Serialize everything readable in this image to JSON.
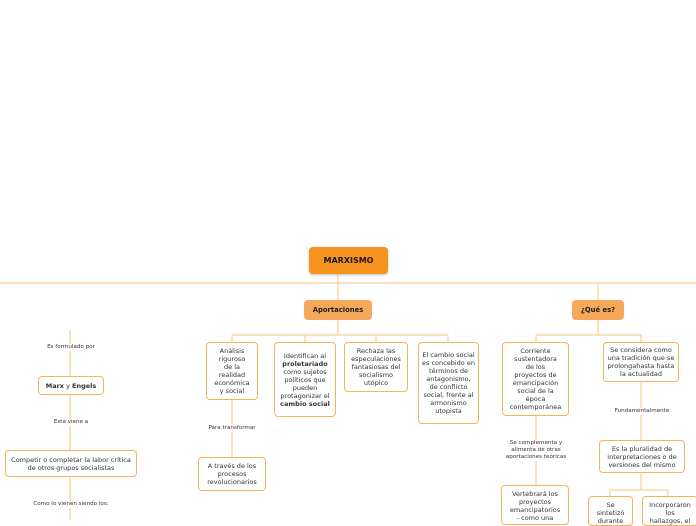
{
  "colors": {
    "accent": "#f6931e",
    "branch": "#f6a85a",
    "border": "#f5b45a",
    "line": "#f8c37c"
  },
  "root": {
    "label": "MARXISMO"
  },
  "aportaciones": {
    "label": "Aportaciones",
    "items": {
      "analisis": "Análisis riguroso de la realidad económica y social",
      "identifican_a": "Identifican al",
      "proletariado": "proletariado",
      "identifican_b": "como sujetos políticos que pueden protagonizar el",
      "cambio_social": "cambio social",
      "rechaza": "Rechaza las especulaciones fantasiosas del socialismo utópico",
      "cambio": "El cambio social es concebido en términos de antagonismo, de conflicto social, frente al armonismo utopista"
    },
    "para_transformar": "Para transformar",
    "procesos": "A través de los procesos revolucionarios"
  },
  "que_es": {
    "label": "¿Qué es?",
    "corriente": "Corriente sustentadora de los proyectos de emancipación social de la época contemporánea",
    "se_complementa": "Se complementa y alimenta de otras aportaciones teóricas",
    "vertebrara": "Vertebrará los proyectos emancipatorios - como una",
    "tradicion": "Se considera como una tradición que se prolongahasta hasta la actualidad",
    "fundamentalmente": "Fundamentalmente",
    "pluralidad": "Es la pluralidad de interpretaciones o de versiones del mismo",
    "sintetizo": "Se sintetizó durante",
    "incorporaron": "Incorporaron los hallazgos, el"
  },
  "formulado": {
    "label": "Es formulado por",
    "marx": "Marx",
    "y": "y",
    "engels": "Engels",
    "esta_viene": "Esta viene a",
    "competir": "Competir o completar la labor crítica de otros grupos socialistas",
    "como_lo": "Como lo vienen siendo los:"
  }
}
